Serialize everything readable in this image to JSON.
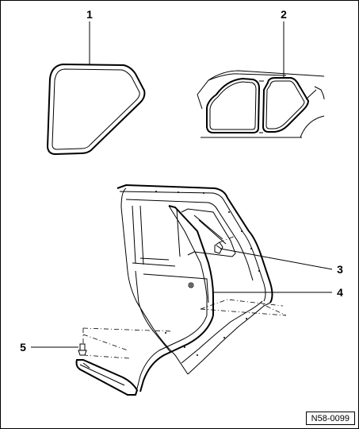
{
  "callouts": [
    {
      "number": "1"
    },
    {
      "number": "2"
    },
    {
      "number": "3"
    },
    {
      "number": "4"
    },
    {
      "number": "5"
    }
  ],
  "figure_id": "N58-0099"
}
